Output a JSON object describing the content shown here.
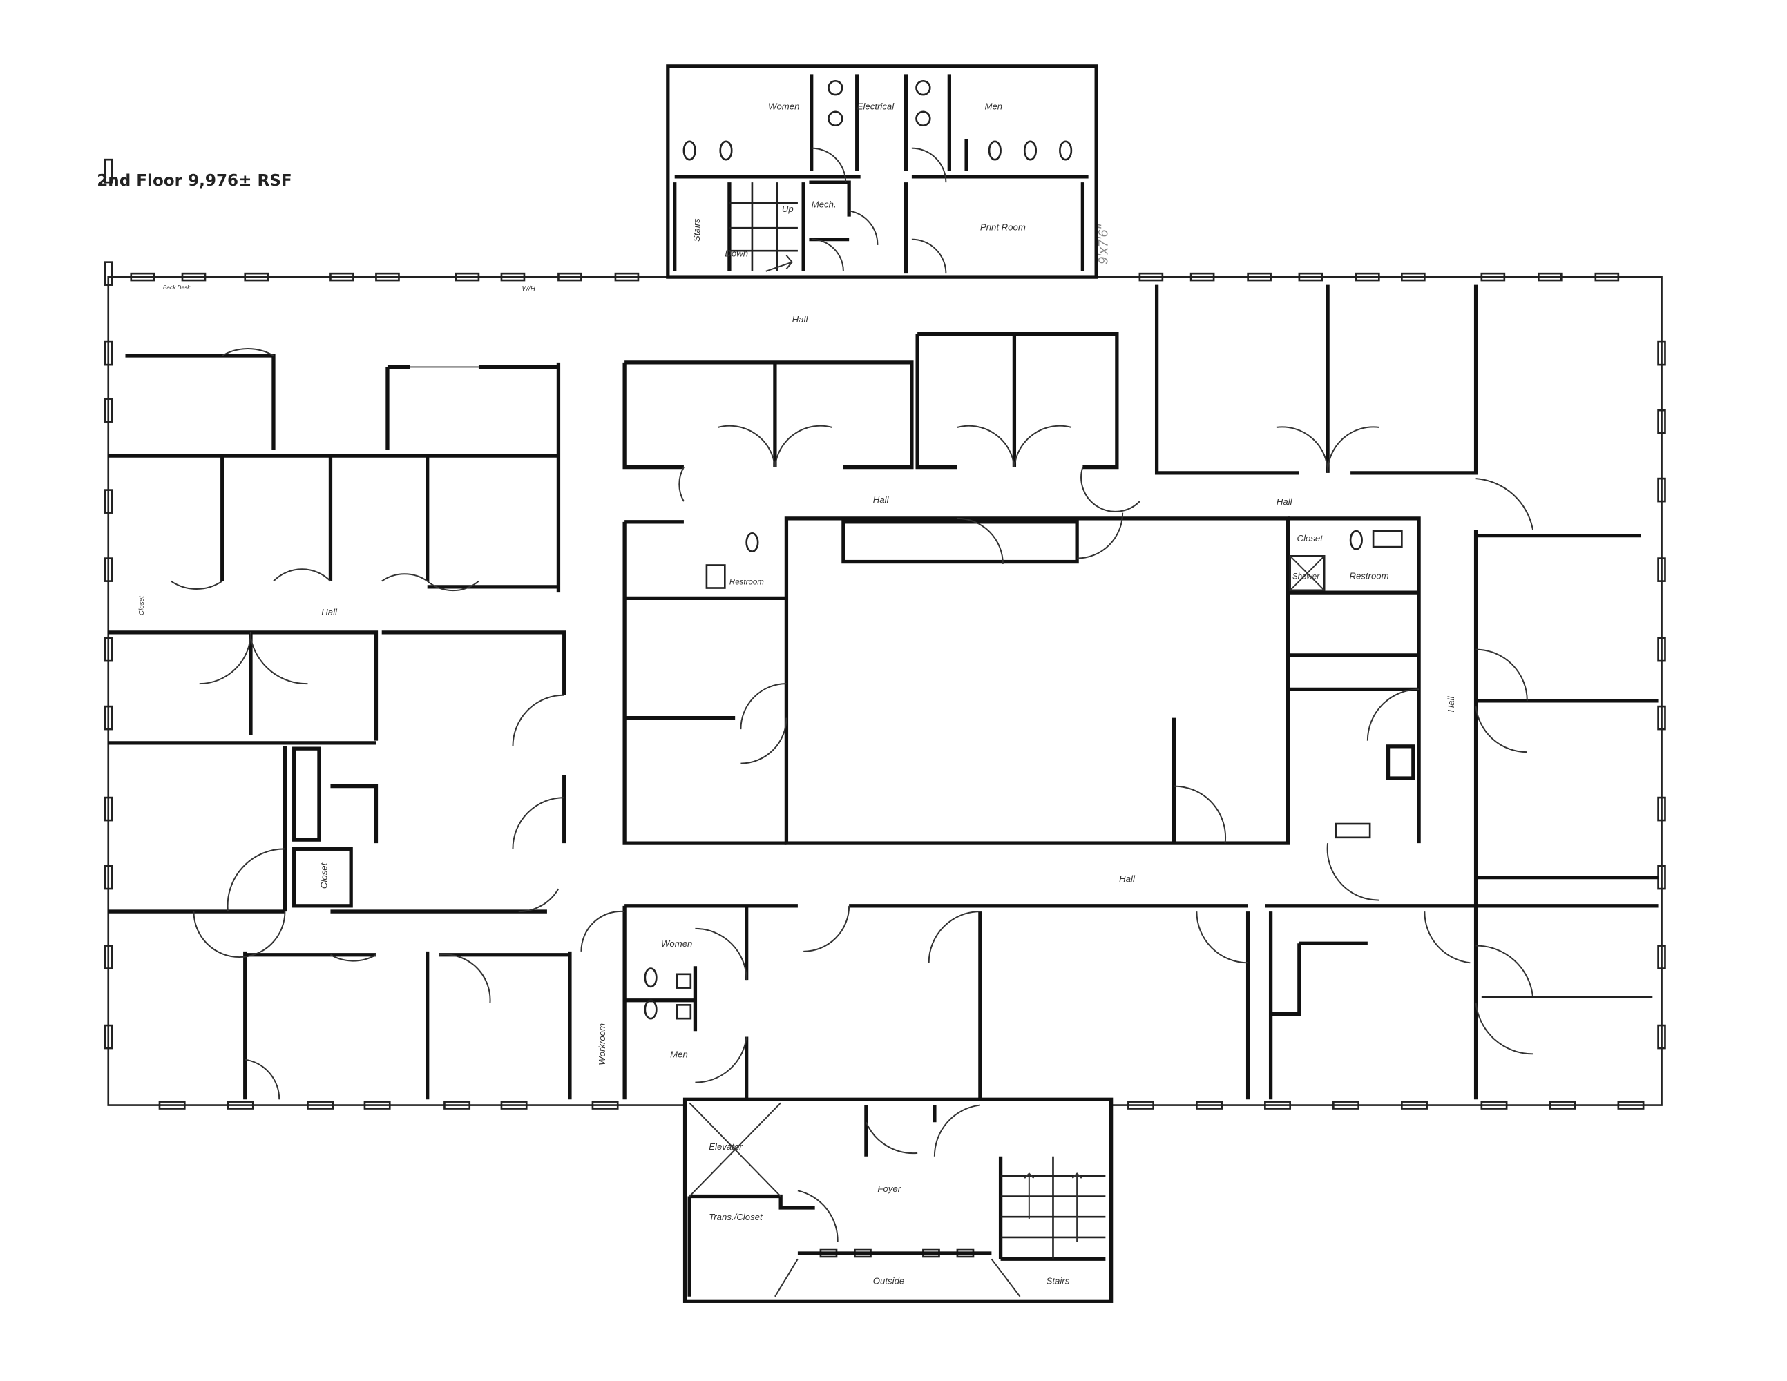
{
  "title": "2nd Floor 9,976± RSF",
  "labels": {
    "women_top": "Women",
    "electrical": "Electrical",
    "men_top": "Men",
    "mech": "Mech.",
    "print_room": "Print Room",
    "stairs_top": "Stairs",
    "down": "Down",
    "up": "Up",
    "dimension": "9'x7'6\"",
    "hall_top": "Hall",
    "hall_center": "Hall",
    "hall_right": "Hall",
    "hall_left": "Hall",
    "hall_main": "Hall",
    "hall_vertical": "Hall",
    "wh": "W/H",
    "back_desk": "Back Desk",
    "closet_right": "Closet",
    "shower": "Shower",
    "restroom_right": "Restroom",
    "restroom_center": "Restroom",
    "closet_left": "Closet",
    "closet_mid": "Closet",
    "women_bottom": "Women",
    "men_bottom": "Men",
    "workroom": "Workroom",
    "elevator": "Elevator",
    "trans_closet": "Trans./Closet",
    "foyer": "Foyer",
    "outside": "Outside",
    "stairs_bottom": "Stairs"
  }
}
